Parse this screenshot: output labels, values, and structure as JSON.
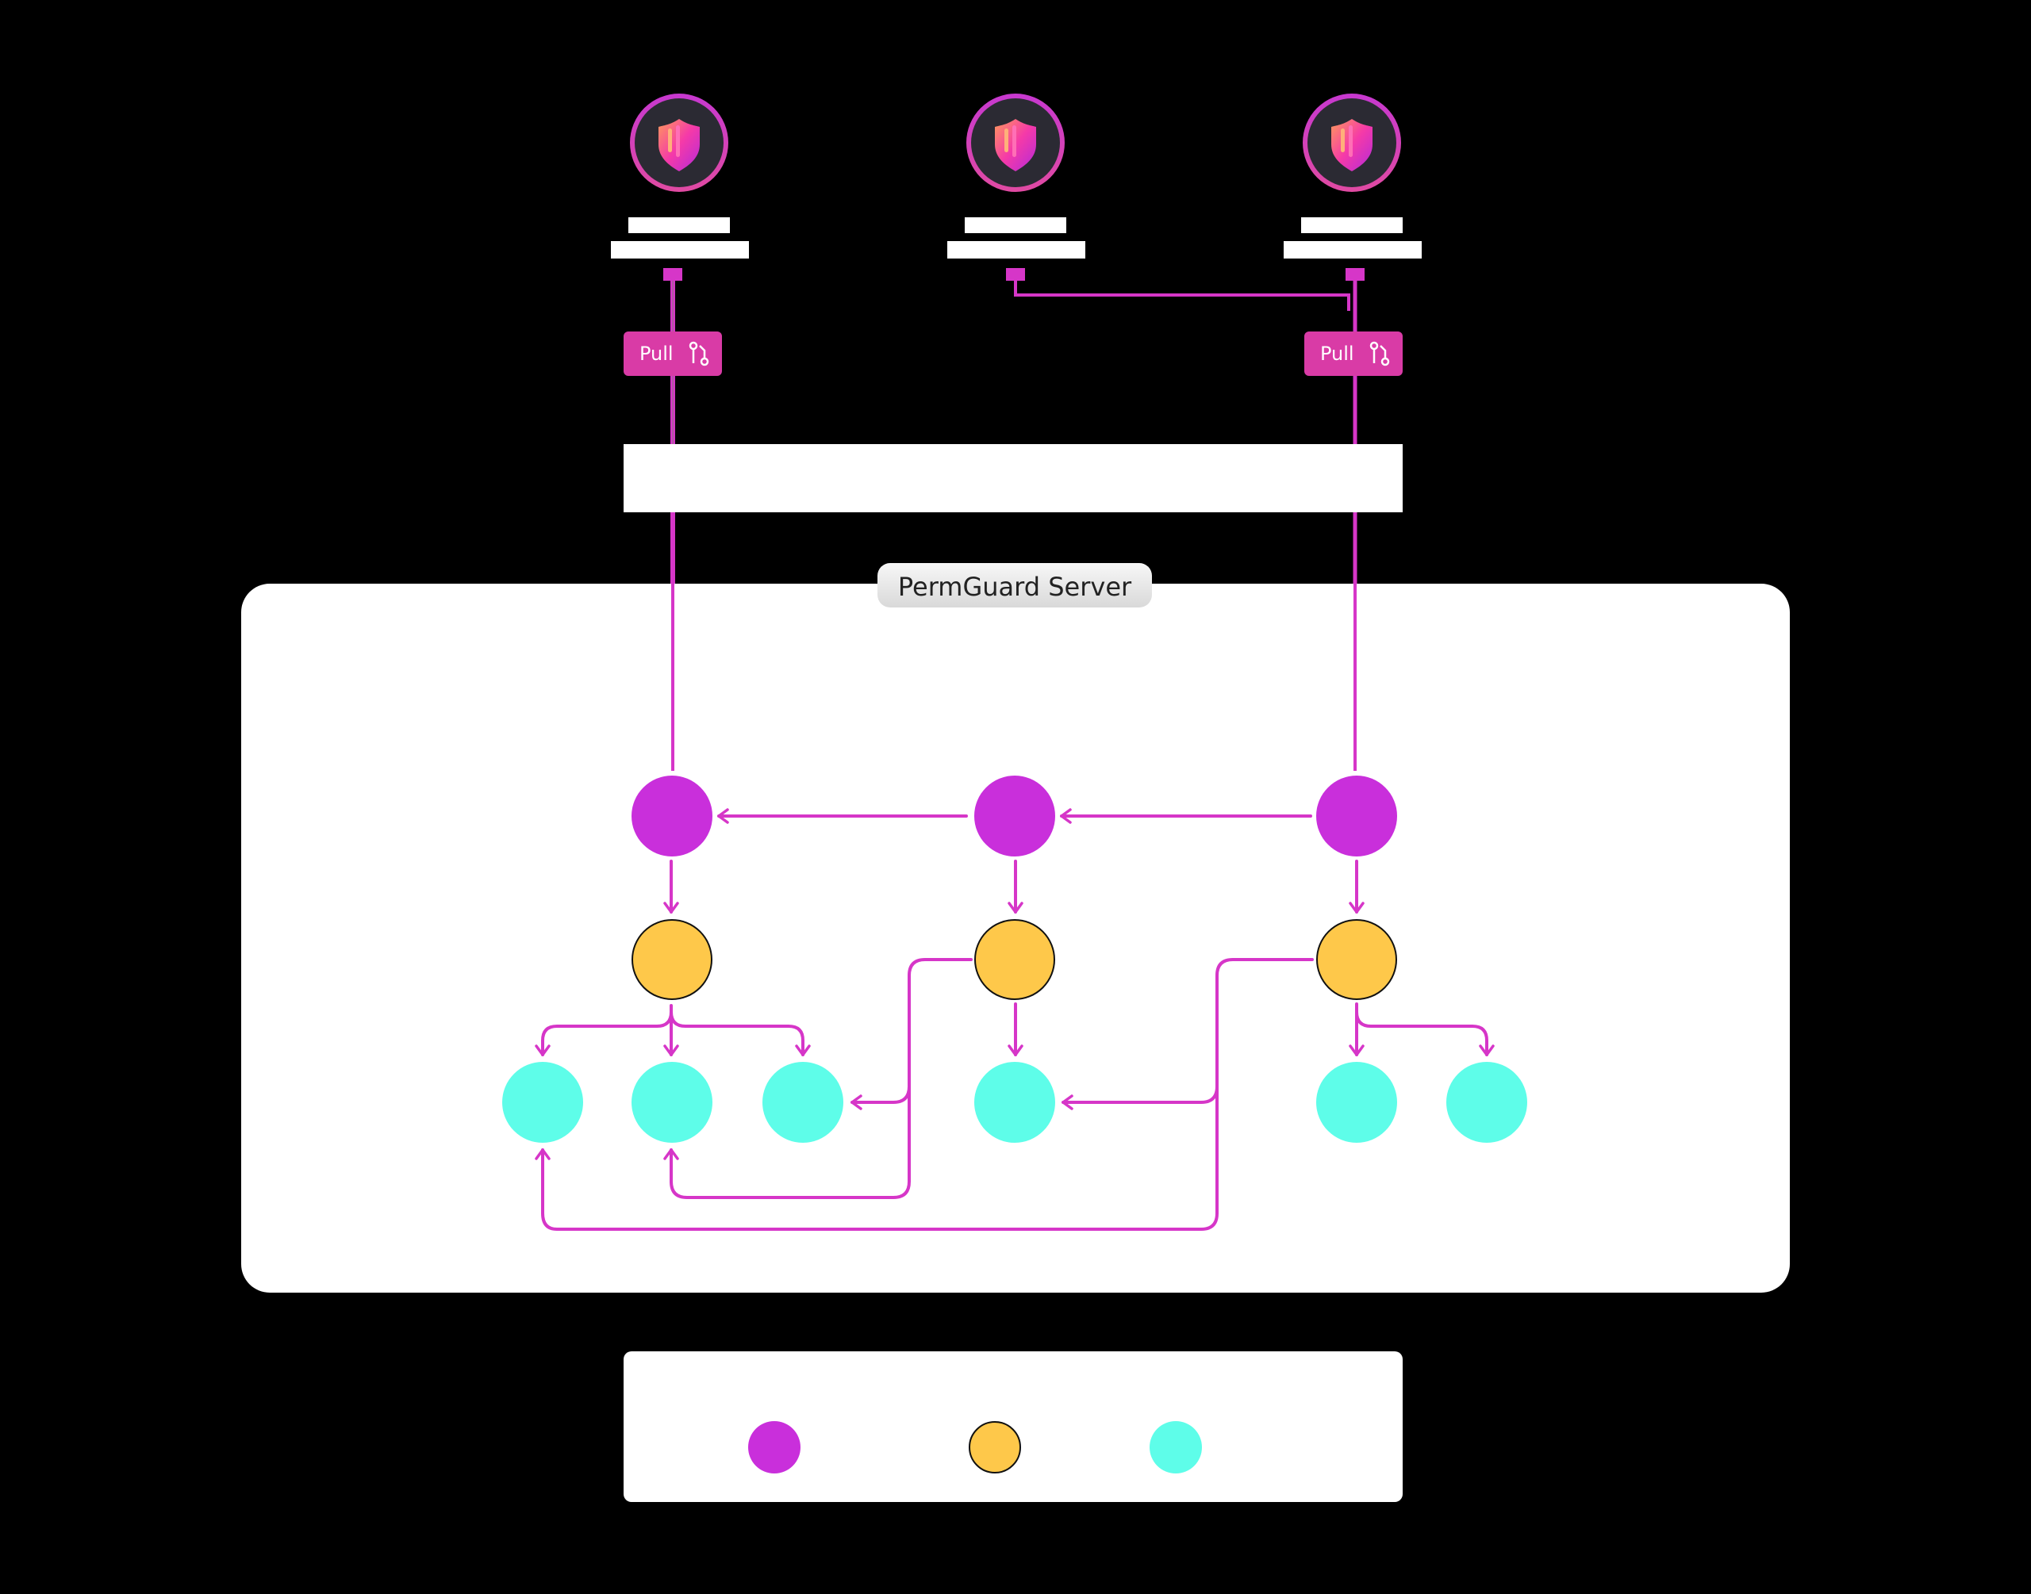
{
  "server": {
    "label": "PermGuard Server"
  },
  "pull_badges": [
    {
      "label": "Pull"
    },
    {
      "label": "Pull"
    }
  ],
  "agents": [
    {
      "icon": "shield-icon"
    },
    {
      "icon": "shield-icon"
    },
    {
      "icon": "shield-icon"
    }
  ],
  "legend": {
    "dots": [
      {
        "color": "#c92fdb"
      },
      {
        "color": "#fec84a"
      },
      {
        "color": "#5efde9"
      }
    ]
  },
  "colors": {
    "background": "#000000",
    "panel": "#ffffff",
    "edge": "#d636c8",
    "commit": "#c92fdb",
    "tree": "#fec84a",
    "leaf": "#5efde9",
    "agent": "#2b2a33",
    "badge": "#d93ba6"
  }
}
